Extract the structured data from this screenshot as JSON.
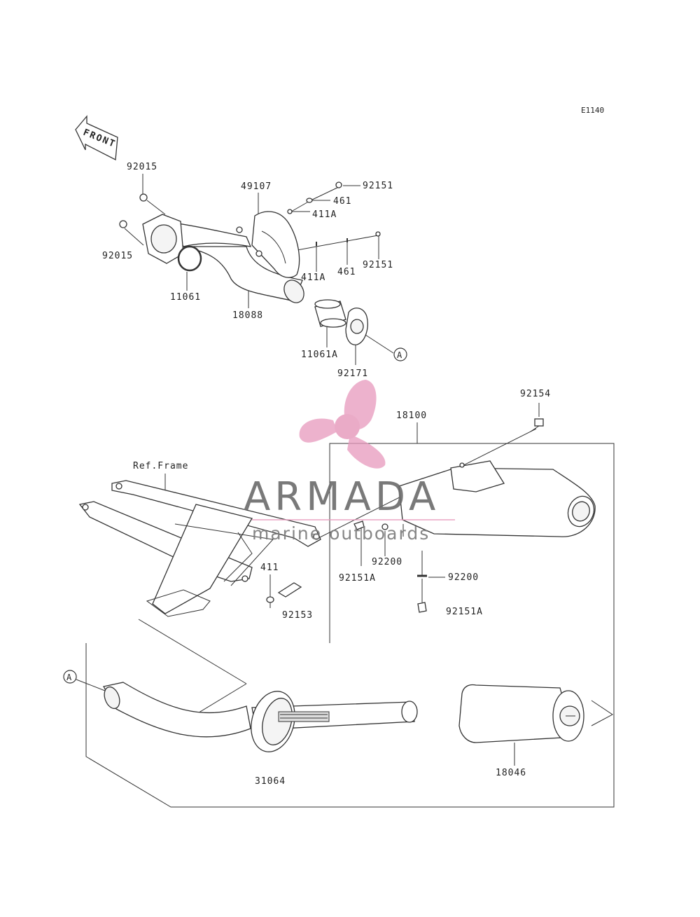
{
  "diagram_code": "E1140",
  "front_label": "FRONT",
  "callouts": {
    "a_top": "A",
    "a_bottom": "A"
  },
  "ref_frame_label": "Ref.Frame",
  "part_labels": [
    {
      "id": "92015_top",
      "text": "92015"
    },
    {
      "id": "92015_left",
      "text": "92015"
    },
    {
      "id": "11061",
      "text": "11061"
    },
    {
      "id": "49107",
      "text": "49107"
    },
    {
      "id": "92151_top",
      "text": "92151"
    },
    {
      "id": "461_top",
      "text": "461"
    },
    {
      "id": "411A_top",
      "text": "411A"
    },
    {
      "id": "411A_bottom",
      "text": "411A"
    },
    {
      "id": "461_bottom",
      "text": "461"
    },
    {
      "id": "92151_right",
      "text": "92151"
    },
    {
      "id": "18088",
      "text": "18088"
    },
    {
      "id": "11061A",
      "text": "11061A"
    },
    {
      "id": "92171",
      "text": "92171"
    },
    {
      "id": "92154",
      "text": "92154"
    },
    {
      "id": "18100",
      "text": "18100"
    },
    {
      "id": "92200_a",
      "text": "92200"
    },
    {
      "id": "92151A_a",
      "text": "92151A"
    },
    {
      "id": "92200_b",
      "text": "92200"
    },
    {
      "id": "92151A_b",
      "text": "92151A"
    },
    {
      "id": "411",
      "text": "411"
    },
    {
      "id": "92153",
      "text": "92153"
    },
    {
      "id": "31064",
      "text": "31064"
    },
    {
      "id": "18046",
      "text": "18046"
    }
  ],
  "watermark": {
    "brand": "ARMADA",
    "tagline": "marine outboards",
    "logo_color": "#e79bbd",
    "logo_hub_color": "#e8a3c2"
  }
}
